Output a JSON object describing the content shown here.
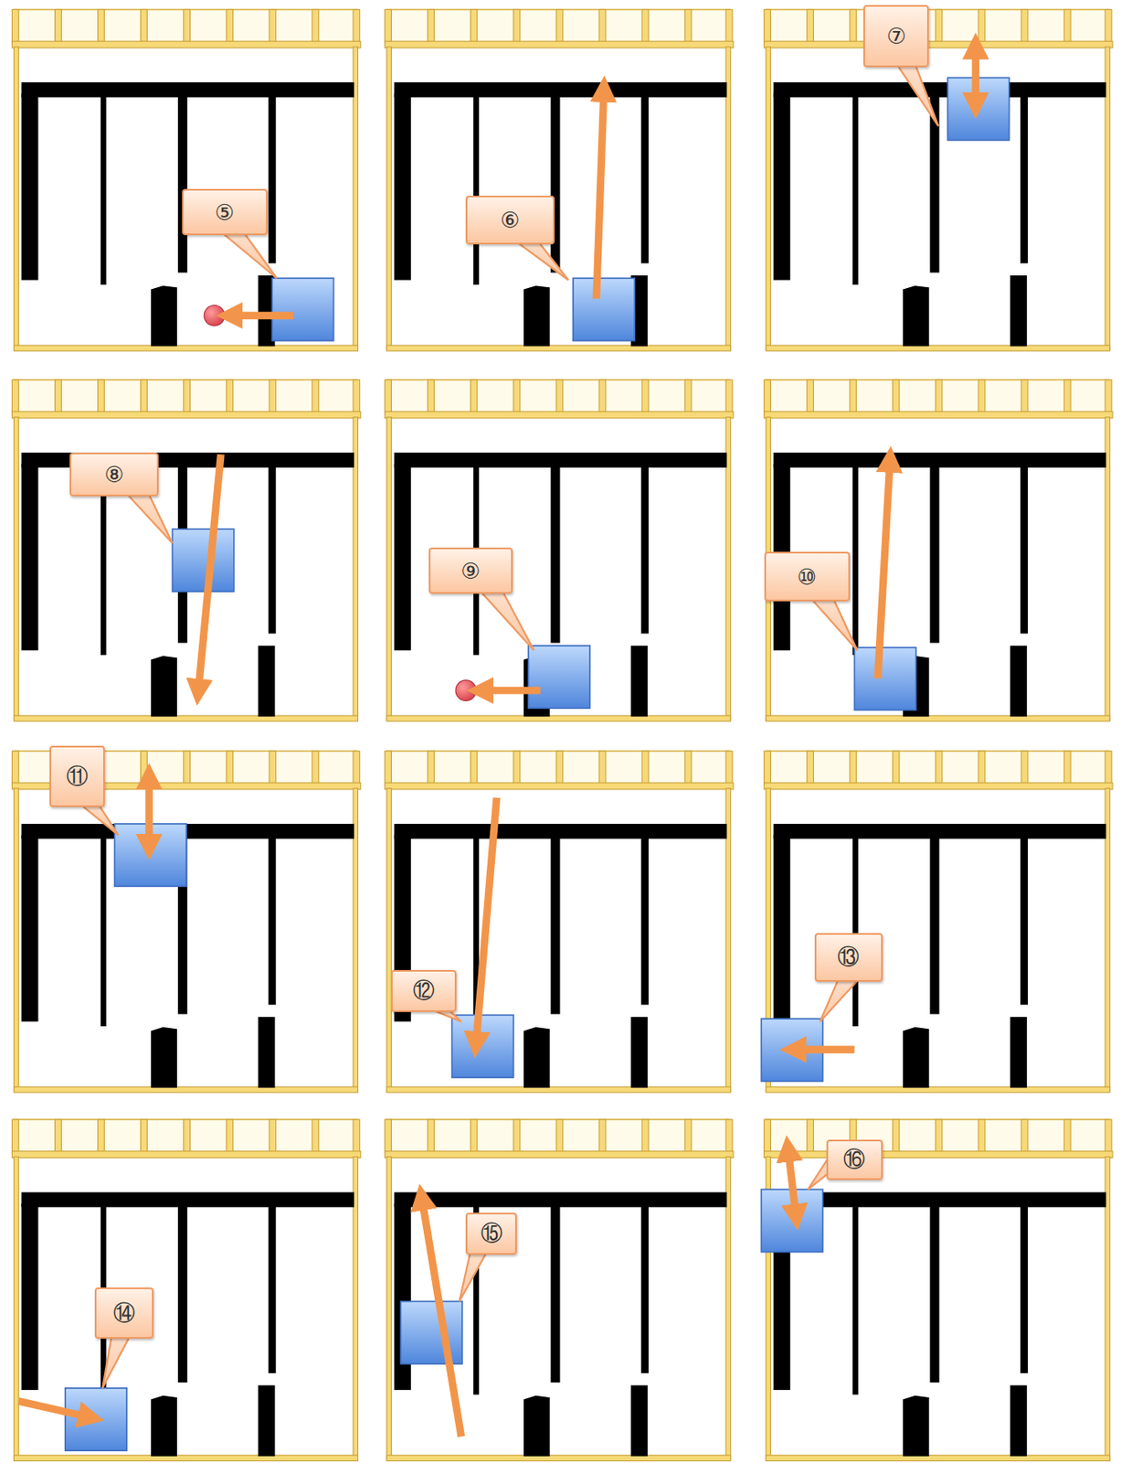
{
  "diagram": {
    "nodes": [
      {
        "text": [
          "⑤"
        ]
      },
      {
        "text": [
          "⑥"
        ]
      },
      {
        "text": [
          "⑦"
        ]
      },
      {
        "text": [
          "⑧"
        ]
      },
      {
        "text": [
          "⑨"
        ]
      },
      {
        "text": [
          "⑩"
        ]
      },
      {
        "text": [
          "⑪"
        ]
      },
      {
        "text": [
          "⑫"
        ]
      },
      {
        "text": [
          "⑬"
        ]
      },
      {
        "text": [
          "⑭"
        ]
      },
      {
        "text": [
          "⑮"
        ]
      },
      {
        "text": [
          "⑯"
        ]
      }
    ]
  }
}
